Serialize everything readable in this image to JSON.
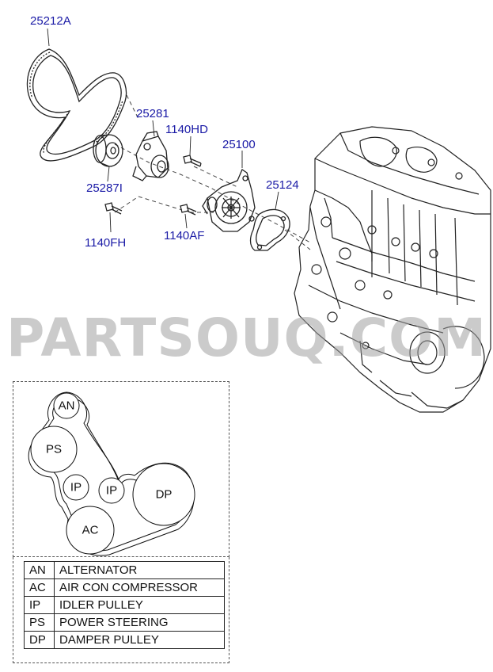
{
  "watermark": "PARTSOUQ.COM",
  "part_labels": {
    "belt": "25212A",
    "tensioner": "25281",
    "idler": "25287I",
    "bolt_tensioner": "1140FH",
    "bolt_top": "1140HD",
    "water_pump": "25100",
    "bolt_pump": "1140AF",
    "gasket": "25124"
  },
  "belt_diagram": {
    "pulleys": [
      {
        "code": "AN"
      },
      {
        "code": "PS"
      },
      {
        "code": "IP"
      },
      {
        "code": "IP"
      },
      {
        "code": "DP"
      },
      {
        "code": "AC"
      }
    ]
  },
  "legend": [
    {
      "code": "AN",
      "name": "ALTERNATOR"
    },
    {
      "code": "AC",
      "name": "AIR CON COMPRESSOR"
    },
    {
      "code": "IP",
      "name": "IDLER PULLEY"
    },
    {
      "code": "PS",
      "name": "POWER STEERING"
    },
    {
      "code": "DP",
      "name": "DAMPER PULLEY"
    }
  ]
}
